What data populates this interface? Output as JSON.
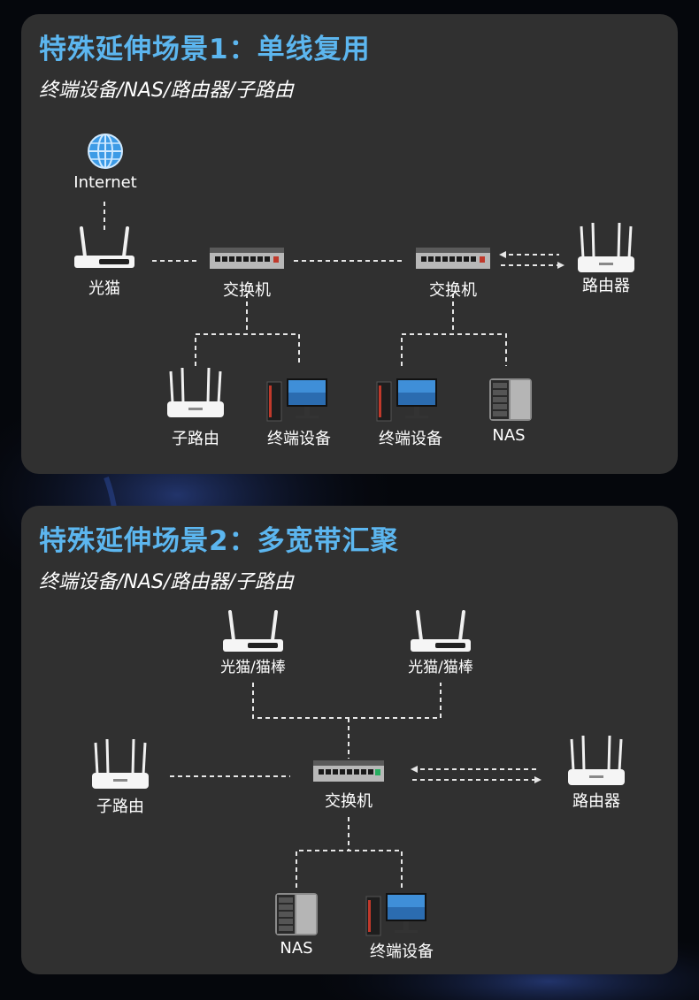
{
  "scene1": {
    "title": "特殊延伸场景1：单线复用",
    "subtitle": "终端设备/NAS/路由器/子路由",
    "labels": {
      "internet": "Internet",
      "modem": "光猫",
      "switch_left": "交换机",
      "switch_right": "交换机",
      "router": "路由器",
      "sub_router": "子路由",
      "terminal_left": "终端设备",
      "terminal_right": "终端设备",
      "nas": "NAS"
    }
  },
  "scene2": {
    "title": "特殊延伸场景2：多宽带汇聚",
    "subtitle": "终端设备/NAS/路由器/子路由",
    "labels": {
      "modem_left": "光猫/猫棒",
      "modem_right": "光猫/猫棒",
      "sub_router": "子路由",
      "switch": "交换机",
      "router": "路由器",
      "nas": "NAS",
      "terminal": "终端设备"
    }
  },
  "colors": {
    "title_accent": "#5cb6ef",
    "panel_bg": "#303030",
    "text": "#ffffff"
  }
}
